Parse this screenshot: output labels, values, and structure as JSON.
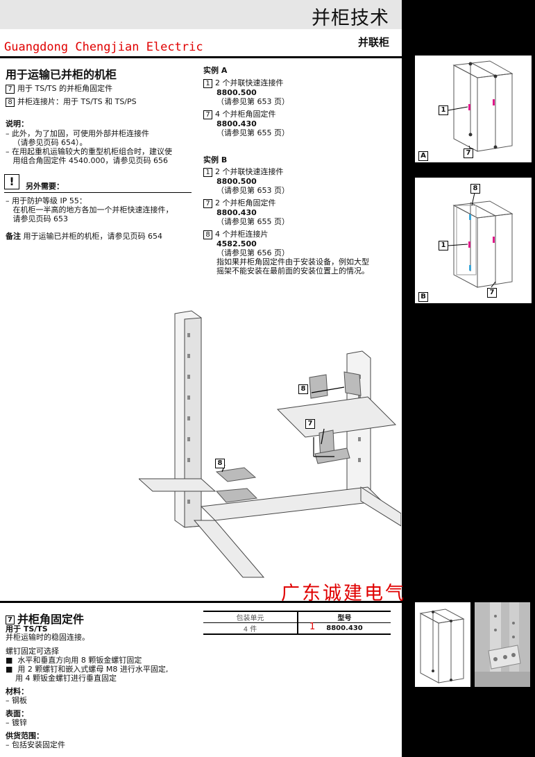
{
  "header": {
    "title": "并柜技术",
    "brand": "Guangdong Chengjian Electric",
    "section": "并联柜"
  },
  "intro": {
    "heading": "用于运输已并柜的机柜",
    "items": [
      {
        "num": "7",
        "text": "用于 TS/TS 的并柜角固定件"
      },
      {
        "num": "8",
        "text": "并柜连接片：用于 TS/TS 和 TS/PS"
      }
    ],
    "note_title": "说明：",
    "notes": [
      "– 此外，为了加固，可使用外部并柜连接件",
      "   （请参见页码 654）。",
      "– 在用起重机运输较大的重型机柜组合时，建议使",
      "   用组合角固定件 4540.000，请参见页码 656"
    ],
    "warn_icon": "!",
    "warn_title": "另外需要：",
    "warn_lines": [
      "– 用于防护等级 IP 55：",
      "   在机柜一半高的地方各加一个并柜快速连接件，",
      "   请参见页码 653"
    ],
    "remark_label": "备注",
    "remark": "用于运输已并柜的机柜，请参见页码 654"
  },
  "example_a": {
    "title": "实例 A",
    "items": [
      {
        "num": "1",
        "text": "2 个并联快速连接件",
        "code": "8800.500",
        "ref": "（请参见第 653 页）"
      },
      {
        "num": "7",
        "text": "4 个并柜角固定件",
        "code": "8800.430",
        "ref": "（请参见第 655 页）"
      }
    ]
  },
  "example_b": {
    "title": "实例 B",
    "items": [
      {
        "num": "1",
        "text": "2 个并联快速连接件",
        "code": "8800.500",
        "ref": "（请参见第 653 页）"
      },
      {
        "num": "7",
        "text": "2 个并柜角固定件",
        "code": "8800.430",
        "ref": "（请参见第 655 页）"
      },
      {
        "num": "8",
        "text": "4 个并柜连接片",
        "code": "4582.500",
        "ref": "（请参见第 656 页）"
      }
    ],
    "note": [
      "指如果并柜角固定件由于安装设备，例如大型",
      "摇架不能安装在最前面的安装位置上的情况。"
    ]
  },
  "diagram_labels": {
    "a": "A",
    "b": "B",
    "n1": "1",
    "n7": "7",
    "n8": "8"
  },
  "watermark": "广东诚建电气",
  "product": {
    "num": "7",
    "title": "并柜角固定件",
    "for_label": "用于 TS/TS",
    "desc": "并柜运输时的稳固连接。",
    "screw_title": "螺钉固定可选择",
    "bullets": [
      "■  水平和垂直方向用 8 颗钣金螺钉固定",
      "■  用 2 颗螺钉和嵌入式螺母 M8 进行水平固定,",
      "    用 4 颗钣金螺钉进行垂直固定"
    ],
    "material_label": "材料：",
    "material": "– 钢板",
    "surface_label": "表面：",
    "surface": "– 镀锌",
    "supply_label": "供货范围：",
    "supply": "– 包括安装固定件",
    "table": {
      "h_unit": "包装单元",
      "h_model": "型号",
      "unit": "4 件",
      "mark": "1",
      "model": "8800.430"
    }
  }
}
